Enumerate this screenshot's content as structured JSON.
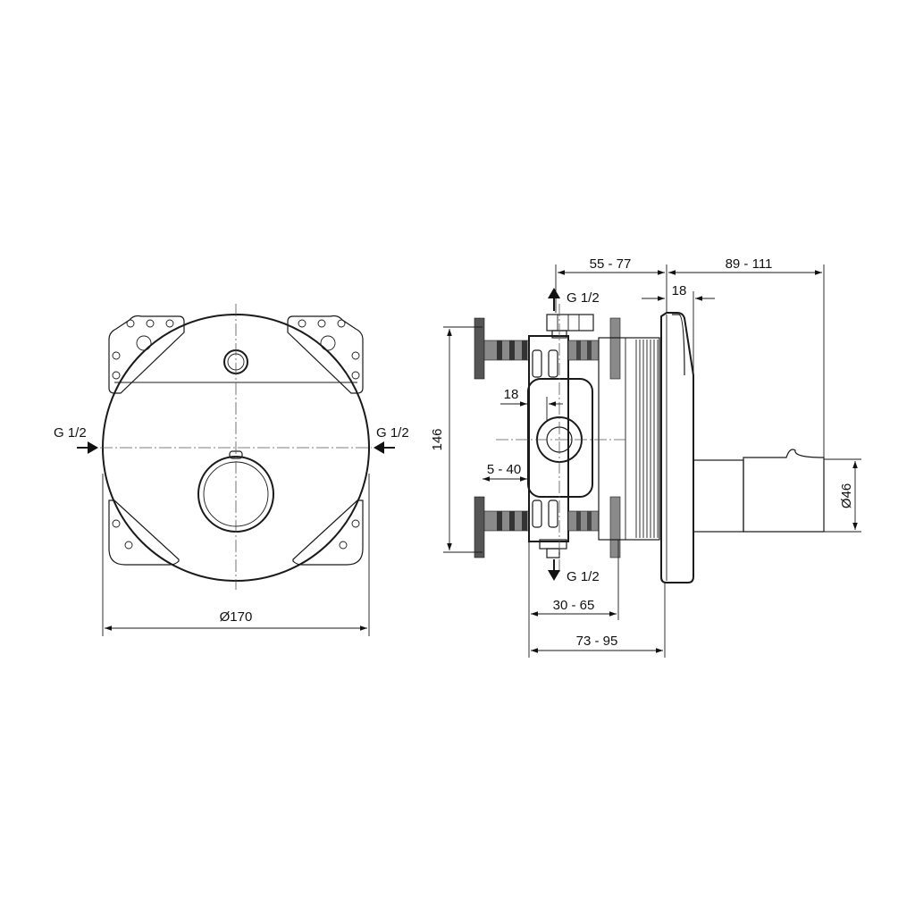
{
  "front_view": {
    "inlet_left": "G 1/2",
    "inlet_right": "G 1/2",
    "diameter": "Ø170"
  },
  "side_view": {
    "inlet_top": "G 1/2",
    "outlet_bottom": "G 1/2",
    "dim_total_height": "146",
    "dim_rough_depth": "55 - 77",
    "dim_projection": "89 - 111",
    "dim_cover_thickness": "18",
    "dim_port_offset": "18",
    "dim_tile_range": "5 - 40",
    "dim_depth_min": "30 - 65",
    "dim_depth_max": "73 - 95",
    "dim_outlet_diameter": "Ø46"
  }
}
